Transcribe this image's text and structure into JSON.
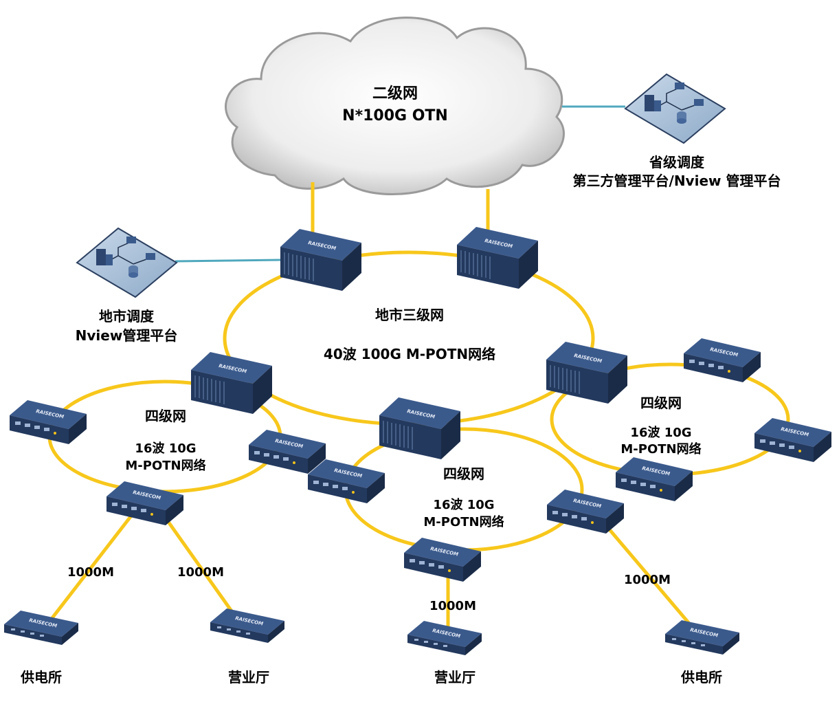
{
  "cloud": {
    "line1": "二级网",
    "line2": "N*100G OTN"
  },
  "province": {
    "line1": "省级调度",
    "line2": "第三方管理平台/Nview 管理平台"
  },
  "city": {
    "line1": "地市调度",
    "line2": "Nview管理平台"
  },
  "ring3": {
    "line1": "地市三级网",
    "line2": "40波 100G M-POTN网络"
  },
  "ring_left": {
    "line1": "四级网",
    "line2": "16波 10G",
    "line3": "M-POTN网络"
  },
  "ring_mid": {
    "line1": "四级网",
    "line2": "16波 10G",
    "line3": "M-POTN网络"
  },
  "ring_right": {
    "line1": "四级网",
    "line2": "16波 10G",
    "line3": "M-POTN网络"
  },
  "links": {
    "l1": "1000M",
    "l2": "1000M",
    "l3": "1000M",
    "l4": "1000M"
  },
  "sites": {
    "s1": "供电所",
    "s2": "营业厅",
    "s3": "营业厅",
    "s4": "供电所"
  },
  "brand": "RAISECOM",
  "colors": {
    "fiber": "#f7c71b",
    "mgmt_link": "#4fa8bd",
    "device": "#2d4670",
    "cloud": "#e6e6e6"
  }
}
